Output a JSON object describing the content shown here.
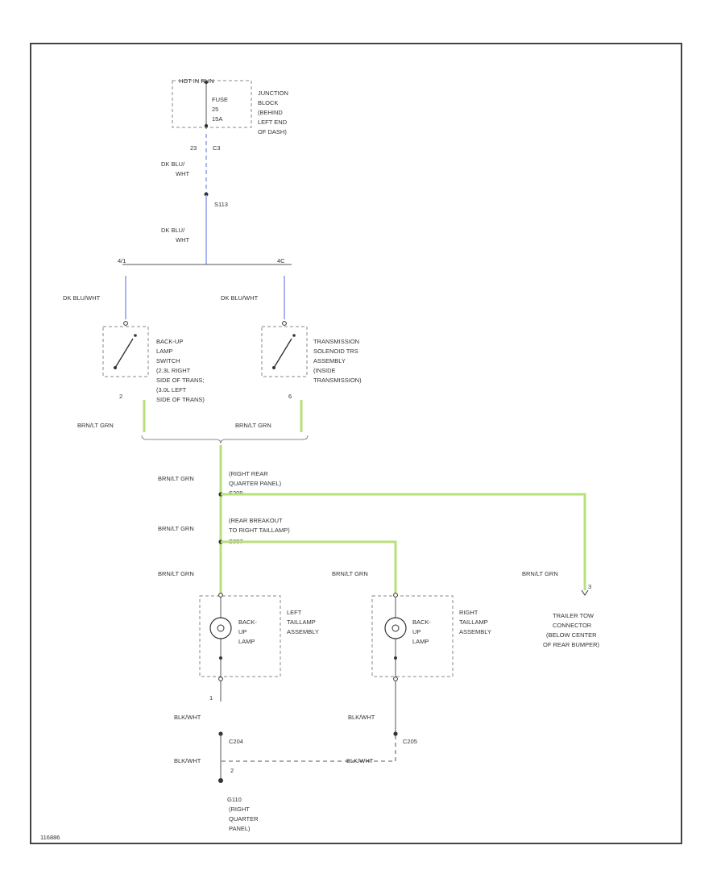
{
  "colors": {
    "border": "#444444",
    "wire_dark": "#555555",
    "wire_blue": "#a9b4ee",
    "wire_green": "#b7e07a",
    "component_dash": "#888888",
    "text": "#333333"
  },
  "fuse_block": {
    "top_label": "HOT IN RUN",
    "fuse_lines": [
      "FUSE",
      "25",
      "15A"
    ],
    "block_lines": [
      "JUNCTION",
      "BLOCK",
      "(BEHIND",
      "LEFT END",
      "OF DASH)"
    ],
    "pin_left": "23",
    "pin_right": "C3"
  },
  "wire_top": {
    "label_1": [
      "DK BLU/",
      "WHT"
    ],
    "splice": "S113",
    "label_2": [
      "DK BLU/",
      "WHT"
    ]
  },
  "branch": {
    "left_pin": "4/1",
    "right_pin": "4C"
  },
  "switch_left": {
    "wire_label": "DK BLU/WHT",
    "lines": [
      "BACK-UP",
      "LAMP",
      "SWITCH",
      "(2.3L RIGHT",
      "SIDE OF TRANS;",
      "(3.0L LEFT",
      "SIDE OF TRANS)"
    ],
    "pin_bottom": "2",
    "out_wire": "BRN/LT GRN"
  },
  "switch_right": {
    "wire_label": "DK BLU/WHT",
    "lines": [
      "TRANSMISSION",
      "SOLENOID TRS",
      "ASSEMBLY",
      "(INSIDE",
      "TRANSMISSION)"
    ],
    "pin_bottom": "6",
    "out_wire": "BRN/LT GRN"
  },
  "splices": {
    "s1_wire": "BRN/LT GRN",
    "s1_lines": [
      "(RIGHT REAR",
      "QUARTER PANEL)"
    ],
    "s1_id": "S209",
    "s2_wire": "BRN/LT GRN",
    "s2_lines": [
      "(REAR BREAKOUT",
      "TO RIGHT TAILLAMP)"
    ],
    "s2_id": "S307"
  },
  "left_lamp": {
    "wire": "BRN/LT GRN",
    "lamp_lines": [
      "BACK-",
      "UP",
      "LAMP"
    ],
    "assy_lines": [
      "LEFT",
      "TAILLAMP",
      "ASSEMBLY"
    ],
    "pin_bottom": "1",
    "ground_wire": "BLK/WHT",
    "connector": "C204"
  },
  "right_lamp": {
    "wire": "BRN/LT GRN",
    "lamp_lines": [
      "BACK-",
      "UP",
      "LAMP"
    ],
    "assy_lines": [
      "RIGHT",
      "TAILLAMP",
      "ASSEMBLY"
    ],
    "ground_wire": "BLK/WHT",
    "connector": "C205"
  },
  "trailer": {
    "wire": "BRN/LT GRN",
    "pin": "3",
    "lines": [
      "TRAILER TOW",
      "CONNECTOR",
      "(BELOW CENTER",
      "OF REAR BUMPER)"
    ]
  },
  "ground": {
    "wire_left": "BLK/WHT",
    "wire_right": "BLK/WHT",
    "pin": "2",
    "id_lines": [
      "G110",
      "(RIGHT",
      "QUARTER",
      "PANEL)"
    ]
  },
  "footer_code": "116886"
}
